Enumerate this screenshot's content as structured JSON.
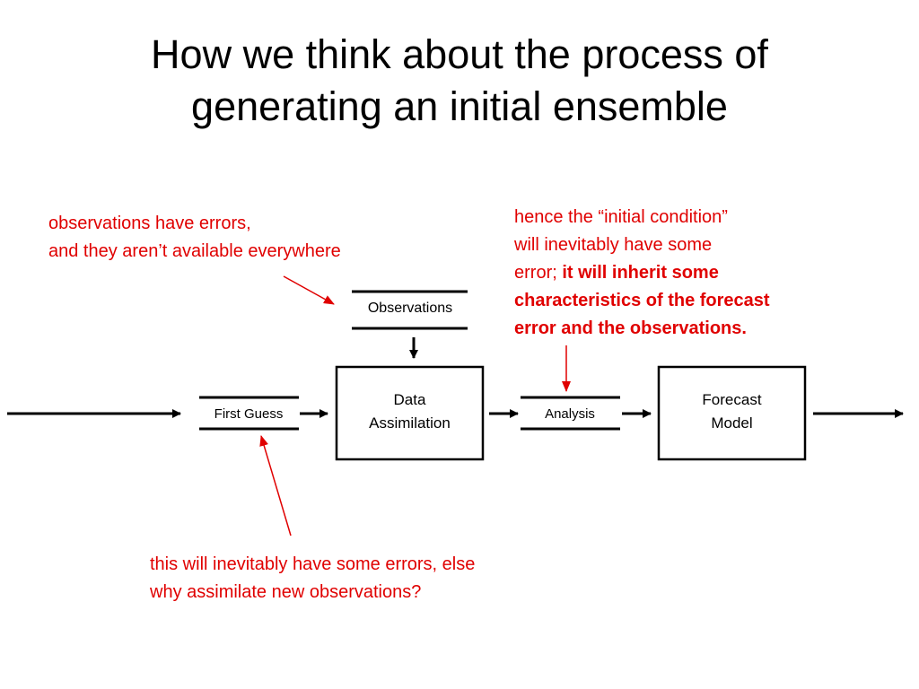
{
  "title": {
    "line1": "How we think about the process of",
    "line2": "generating an initial ensemble"
  },
  "notes": {
    "observations": {
      "line1": "observations have errors,",
      "line2": "and they aren’t available everywhere"
    },
    "analysis": {
      "line1": "hence the “initial condition”",
      "line2": "will inevitably have some",
      "line3_plain": "error; ",
      "line3_bold": "it will inherit some",
      "line4_bold": "characteristics of the forecast",
      "line5_bold": "error and the observations."
    },
    "first_guess": {
      "line1": "this will inevitably have some errors, else",
      "line2": "why assimilate new observations?"
    }
  },
  "diagram": {
    "observations": "Observations",
    "first_guess": "First Guess",
    "analysis": "Analysis",
    "data_assimilation": {
      "line1": "Data",
      "line2": "Assimilation"
    },
    "forecast_model": {
      "line1": "Forecast",
      "line2": "Model"
    }
  },
  "colors": {
    "annotation": "#e00000",
    "diagram": "#000000"
  }
}
